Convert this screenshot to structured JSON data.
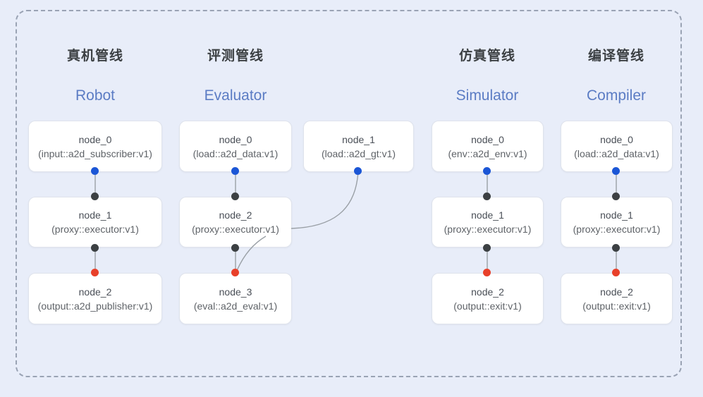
{
  "diagram": {
    "frame_style": "dashed-rounded",
    "background_color": "#e8edf9",
    "dot_colors": {
      "output_port": "#1b56d6",
      "input_port": "#3c4043",
      "terminal_port": "#e8402a"
    }
  },
  "columns": [
    {
      "header_cn": "真机管线",
      "subtitle_en": "Robot",
      "nodes": [
        {
          "name": "node_0",
          "spec": "(input::a2d_subscriber:v1)"
        },
        {
          "name": "node_1",
          "spec": "(proxy::executor:v1)"
        },
        {
          "name": "node_2",
          "spec": "(output::a2d_publisher:v1)"
        }
      ]
    },
    {
      "header_cn": "评测管线",
      "subtitle_en": "Evaluator",
      "nodes": [
        {
          "name": "node_0",
          "spec": "(load::a2d_data:v1)"
        },
        {
          "name": "node_1",
          "spec": "(load::a2d_gt:v1)"
        },
        {
          "name": "node_2",
          "spec": "(proxy::executor:v1)"
        },
        {
          "name": "node_3",
          "spec": "(eval::a2d_eval:v1)"
        }
      ]
    },
    {
      "header_cn": "仿真管线",
      "subtitle_en": "Simulator",
      "nodes": [
        {
          "name": "node_0",
          "spec": "(env::a2d_env:v1)"
        },
        {
          "name": "node_1",
          "spec": "(proxy::executor:v1)"
        },
        {
          "name": "node_2",
          "spec": "(output::exit:v1)"
        }
      ]
    },
    {
      "header_cn": "编译管线",
      "subtitle_en": "Compiler",
      "nodes": [
        {
          "name": "node_0",
          "spec": "(load::a2d_data:v1)"
        },
        {
          "name": "node_1",
          "spec": "(proxy::executor:v1)"
        },
        {
          "name": "node_2",
          "spec": "(output::exit:v1)"
        }
      ]
    }
  ]
}
